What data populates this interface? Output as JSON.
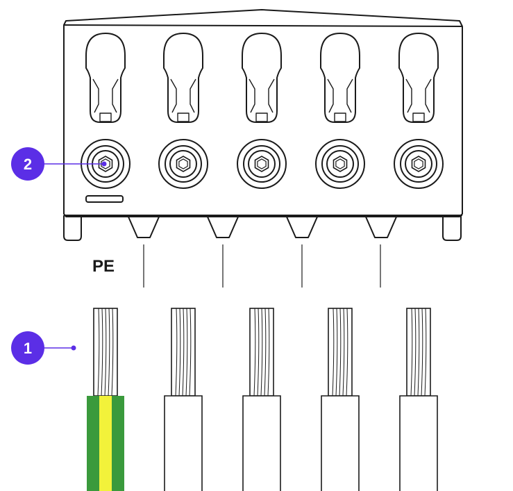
{
  "labels": {
    "pe": "PE"
  },
  "callouts": [
    {
      "number": "1",
      "target": "pe-wire"
    },
    {
      "number": "2",
      "target": "pe-screw-terminal"
    }
  ],
  "colors": {
    "stroke": "#1a1a1a",
    "badge": "#5b2ee6",
    "badge_text": "#ffffff",
    "pe_green": "#3a9a3c",
    "pe_yellow": "#f2f23a",
    "background": "#ffffff"
  },
  "terminal_block": {
    "slot_count": 5,
    "screw_icon": "hex-socket-screw"
  },
  "wires": {
    "count": 5,
    "pe_wire_index": 0
  }
}
